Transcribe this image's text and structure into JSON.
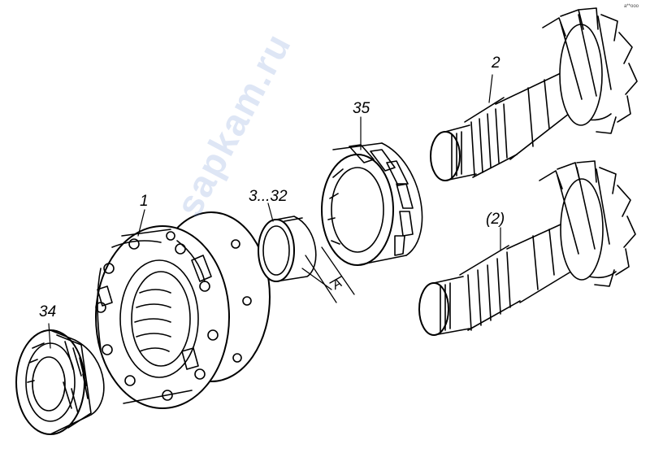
{
  "callouts": {
    "item1": "1",
    "item2": "2",
    "item2_alt": "(2)",
    "item3_32": "3...32",
    "item34": "34",
    "item35": "35"
  },
  "dimension": {
    "label": "A"
  },
  "watermark": "sapkam.ru",
  "corner_mark": "a**ooo"
}
